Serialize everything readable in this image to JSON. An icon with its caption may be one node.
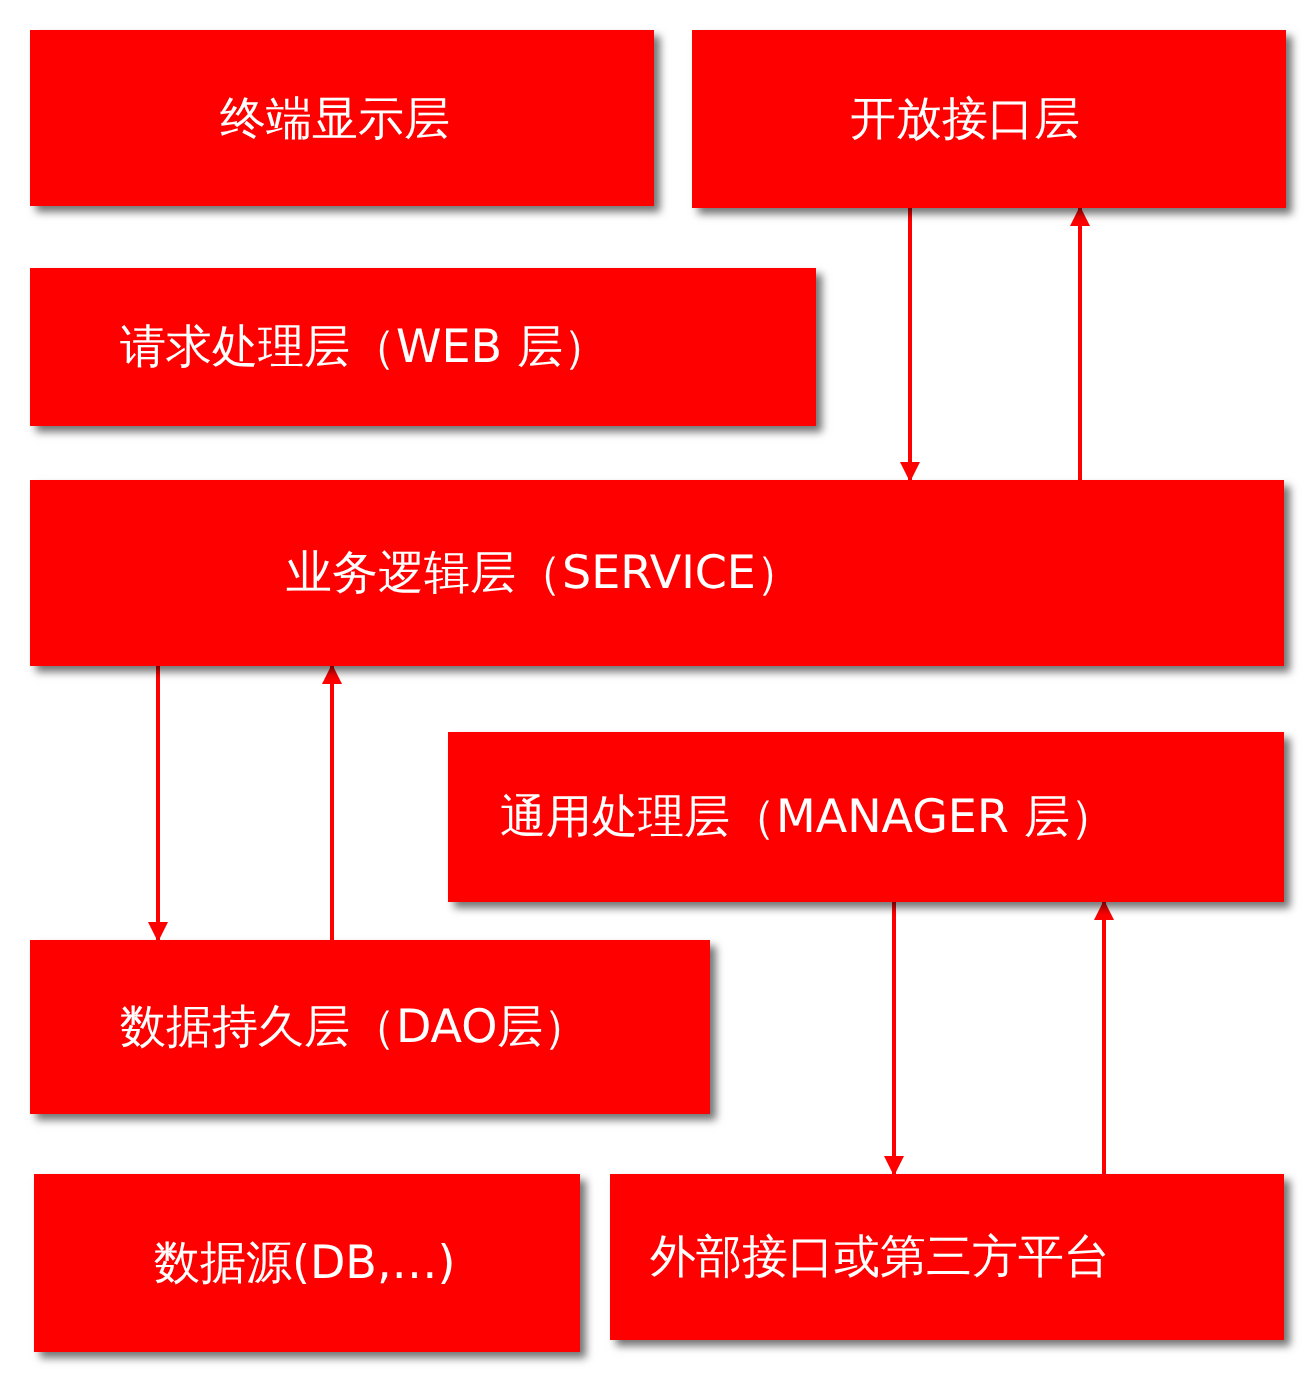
{
  "diagram": {
    "nodes": [
      {
        "text": [
          "终端显示层"
        ]
      },
      {
        "text": [
          "开放接口层"
        ]
      },
      {
        "text": [
          "请求处理层（WEB 层）"
        ]
      },
      {
        "text": [
          "业务逻辑层（SERVICE）"
        ]
      },
      {
        "text": [
          "通用处理层（MANAGER 层）"
        ]
      },
      {
        "text": [
          "数据持久层（DAO层）"
        ]
      },
      {
        "text": [
          "数据源(DB,…)"
        ]
      },
      {
        "text": [
          "外部接口或第三方平台"
        ]
      }
    ],
    "edges": [
      {
        "from": 1,
        "to": 3,
        "arrow": "to"
      },
      {
        "from": 3,
        "to": 1,
        "arrow": "to"
      },
      {
        "from": 3,
        "to": 5,
        "arrow": "to"
      },
      {
        "from": 5,
        "to": 3,
        "arrow": "to"
      },
      {
        "from": 4,
        "to": 7,
        "arrow": "to"
      },
      {
        "from": 7,
        "to": 4,
        "arrow": "to"
      }
    ]
  }
}
